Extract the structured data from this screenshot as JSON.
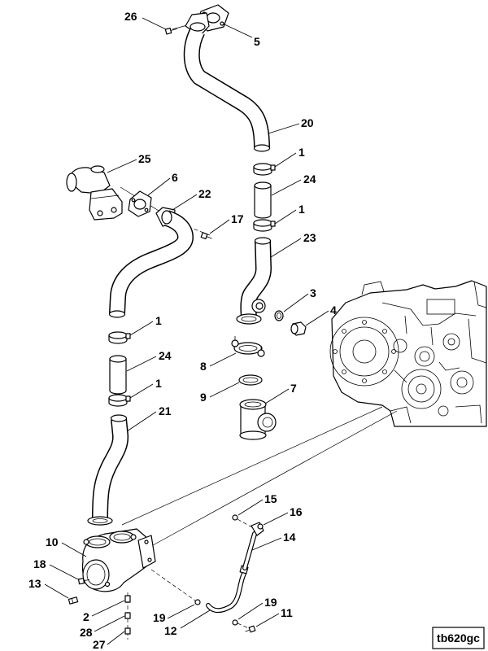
{
  "callouts": [
    "26",
    "5",
    "20",
    "1",
    "24",
    "1",
    "23",
    "25",
    "6",
    "22",
    "17",
    "3",
    "4",
    "1",
    "24",
    "1",
    "21",
    "8",
    "9",
    "7",
    "10",
    "18",
    "13",
    "2",
    "28",
    "27",
    "19",
    "12",
    "15",
    "16",
    "14",
    "19",
    "11"
  ],
  "drawing_id": "tb620gc"
}
